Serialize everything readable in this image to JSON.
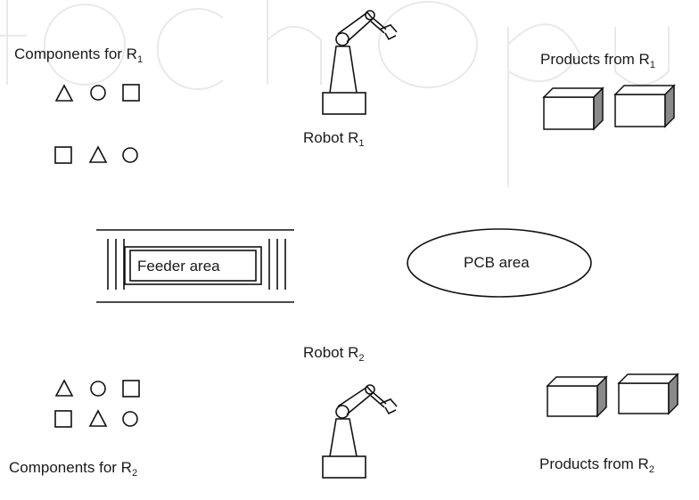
{
  "labels": {
    "components_r1": "Components for R",
    "components_r1_sub": "1",
    "products_r1": "Products from R",
    "products_r1_sub": "1",
    "robot_r1": "Robot R",
    "robot_r1_sub": "1",
    "feeder_area": "Feeder area",
    "pcb_area": "PCB area",
    "robot_r2": "Robot R",
    "robot_r2_sub": "2",
    "components_r2": "Components for R",
    "components_r2_sub": "2",
    "products_r2": "Products from R",
    "products_r2_sub": "2"
  },
  "icons": {
    "component_shapes_row_top": [
      "triangle",
      "circle",
      "square"
    ],
    "component_shapes_row_bottom": [
      "square",
      "triangle",
      "circle"
    ]
  }
}
